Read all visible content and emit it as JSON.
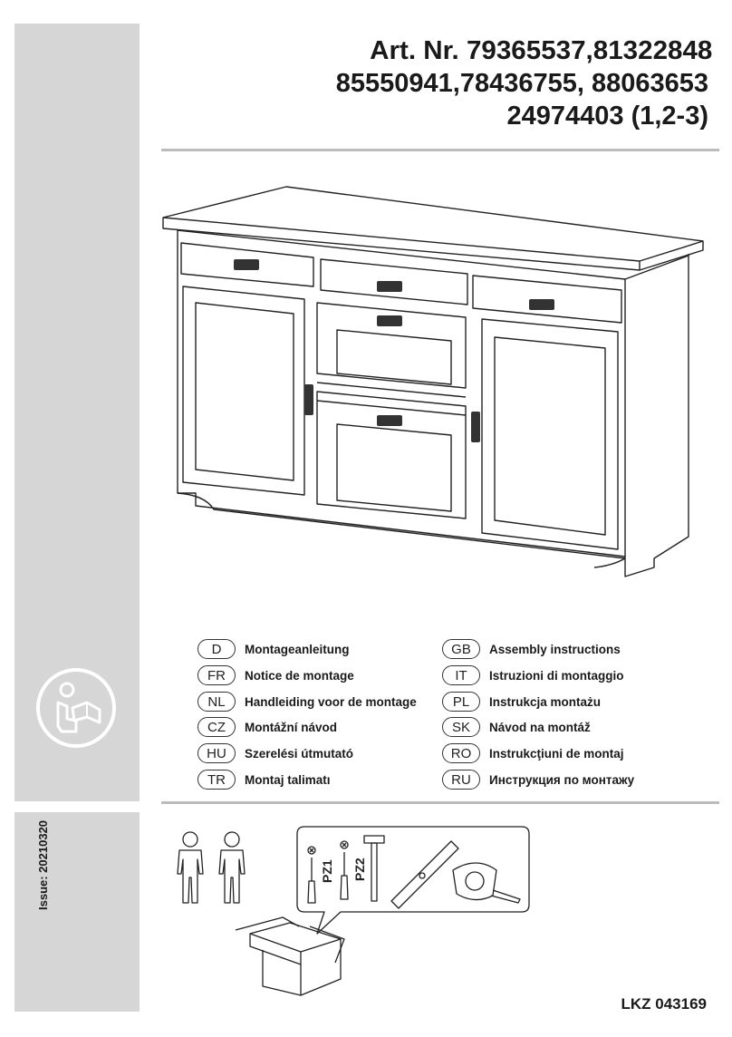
{
  "header": {
    "article_line1": "Art. Nr. 79365537,81322848",
    "article_line2": "85550941,78436755, 88063653",
    "article_line3": "24974403 (1,2-3)"
  },
  "languages": [
    {
      "code": "D",
      "text": "Montageanleitung"
    },
    {
      "code": "FR",
      "text": "Notice de montage"
    },
    {
      "code": "NL",
      "text": "Handleiding voor de montage"
    },
    {
      "code": "CZ",
      "text": "Montážní návod"
    },
    {
      "code": "HU",
      "text": "Szerelési útmutató"
    },
    {
      "code": "TR",
      "text": "Montaj talimatı"
    },
    {
      "code": "GB",
      "text": "Assembly instructions"
    },
    {
      "code": "IT",
      "text": "Istruzioni di montaggio"
    },
    {
      "code": "PL",
      "text": "Instrukcja montażu"
    },
    {
      "code": "SK",
      "text": "Návod na montáž"
    },
    {
      "code": "RO",
      "text": "Instrukcţiuni de montaj"
    },
    {
      "code": "RU",
      "text": "Инструкция по монтажу"
    }
  ],
  "tools": {
    "screwdriver1": "PZ1",
    "screwdriver2": "PZ2"
  },
  "footer": {
    "issue": "Issue: 20210320",
    "code": "LKZ 043169"
  },
  "icons": [
    "reader-manual-icon",
    "person-icon",
    "screwdriver-icon",
    "hammer-icon",
    "level-icon",
    "tape-measure-icon",
    "toolbox-icon"
  ]
}
